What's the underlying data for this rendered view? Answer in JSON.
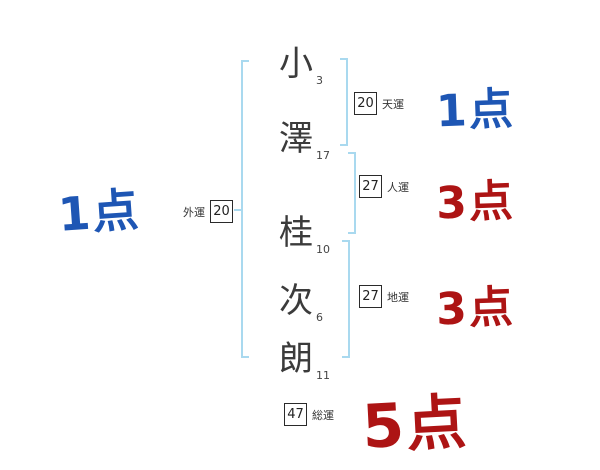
{
  "name_chars": [
    {
      "char": "小",
      "strokes": "3"
    },
    {
      "char": "澤",
      "strokes": "17"
    },
    {
      "char": "桂",
      "strokes": "10"
    },
    {
      "char": "次",
      "strokes": "6"
    },
    {
      "char": "朗",
      "strokes": "11"
    }
  ],
  "fortunes": {
    "ten": {
      "value": "20",
      "label": "天運",
      "score": "1点"
    },
    "jin": {
      "value": "27",
      "label": "人運",
      "score": "3点"
    },
    "chi": {
      "value": "27",
      "label": "地運",
      "score": "3点"
    },
    "sou": {
      "value": "47",
      "label": "総運",
      "score": "5点"
    },
    "gai": {
      "value": "20",
      "label": "外運",
      "score": "1点"
    }
  },
  "colors": {
    "score_blue": "#1e56b4",
    "score_red": "#ad1414",
    "bracket_blue": "#a9d9ef"
  }
}
